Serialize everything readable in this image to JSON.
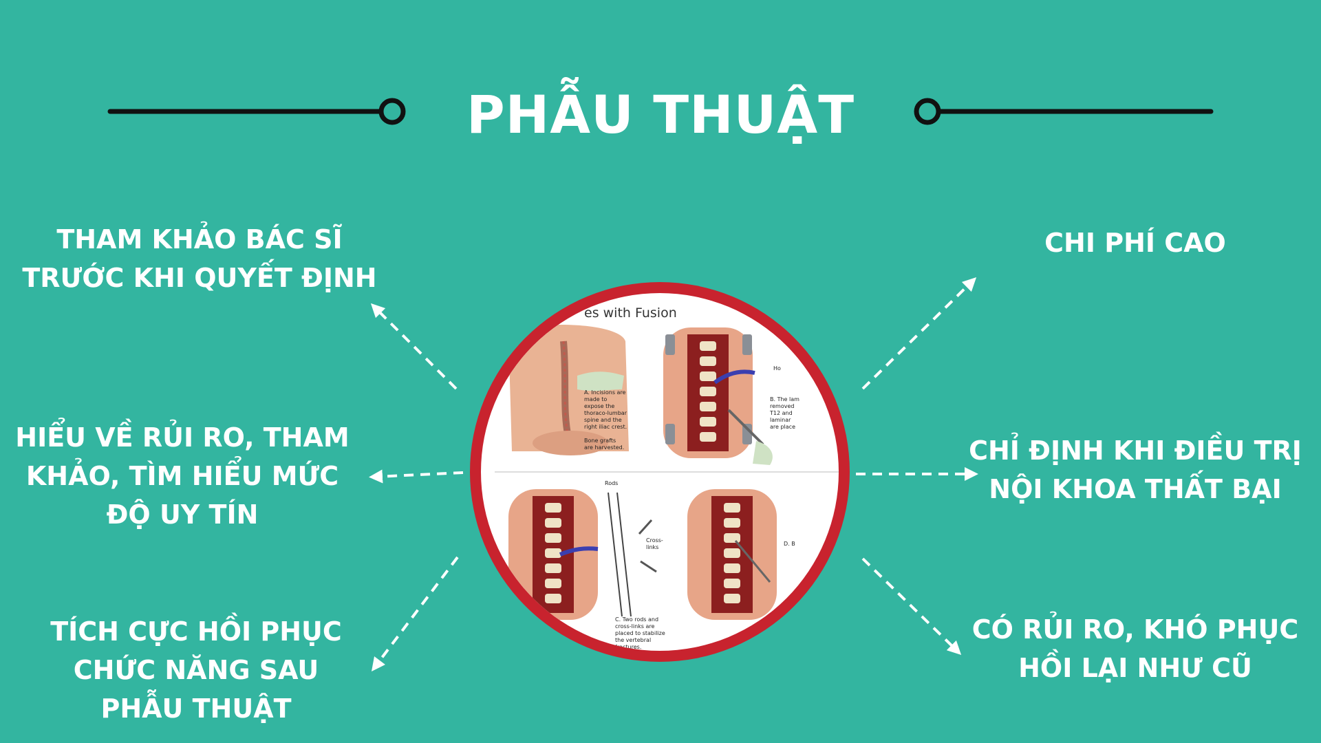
{
  "title": "PHẪU THUẬT",
  "left_items": [
    "THAM KHẢO BÁC SĨ\nTRƯỚC KHI QUYẾT ĐỊNH",
    "HIỂU VỀ RỦI RO, THAM\nKHẢO, TÌM HIỂU MỨC\nĐỘ UY TÍN",
    "TÍCH CỰC HỒI PHỤC\nCHỨC NĂNG SAU\nPHẪU THUẬT"
  ],
  "right_items": [
    "CHI PHÍ CAO",
    "CHỈ ĐỊNH KHI ĐIỀU TRỊ\nNỘI KHOA THẤT BẠI",
    "CÓ RỦI RO, KHÓ PHỤC\nHỒI LẠI NHƯ CŨ"
  ],
  "figure": {
    "header": "es with Fusion",
    "caption_a": "A. Incisions are\nmade to\nexpose the\nthoraco-lumbar\nspine and the\nright iliac crest.\n\nBone grafts\nare harvested.",
    "caption_b": "B. The lam\nremoved\nT12 and\nlaminar\nare place",
    "caption_c": "C. Two rods and\ncross-links are\nplaced to stabilize\nthe vertebral\nfractures.",
    "rods": "Rods",
    "cross_links": "Cross-\nlinks",
    "label_d": "D. B",
    "label_ho": "Ho"
  },
  "colors": {
    "background": "#33b5a0",
    "ring": "#c8232e",
    "line": "#111111",
    "text": "#ffffff"
  }
}
